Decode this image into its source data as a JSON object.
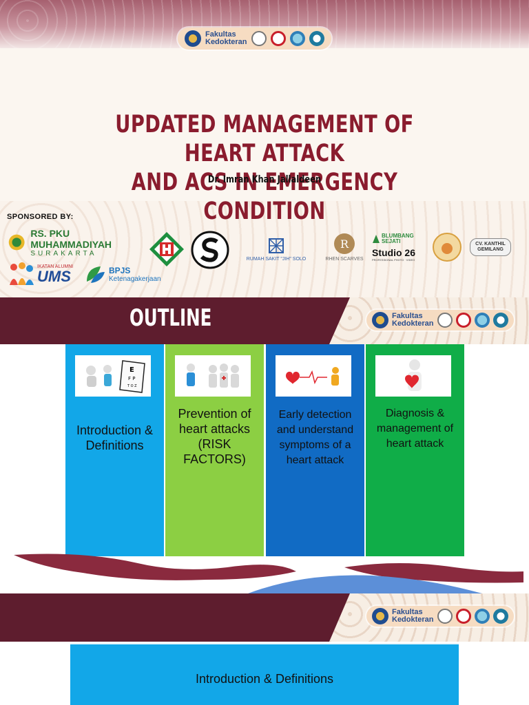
{
  "slide1": {
    "faculty_logo_text": [
      "Fakultas",
      "Kedokteran"
    ],
    "title_line1": "UPDATED MANAGEMENT OF HEART ATTACK",
    "title_line2": "AND ACS IN EMERGENCY CONDITION",
    "author": "Dr. Imran Khan Jallaldeen",
    "sponsored_label": "SPONSORED BY:",
    "sponsors": {
      "pku": {
        "name": "RS. PKU MUHAMMADIYAH",
        "sub": "SURAKARTA"
      },
      "rs_jih": "RUMAH SAKIT \"JIH\" SOLO",
      "rhen": "RHEN SCARVES",
      "blumbang": [
        "BLUMBANG",
        "SEJATI"
      ],
      "studio": {
        "name": "Studio 26",
        "sub": "PROFESSIONAL PHOTO · VIDEO"
      },
      "kanthil": [
        "CV. KANTHIL",
        "GEMILANG"
      ],
      "ums": {
        "top": "IKATAN ALUMNI",
        "name": "UMS"
      },
      "bpjs": {
        "name": "BPJS",
        "sub": "Ketenagakerjaan"
      }
    }
  },
  "slide2": {
    "heading": "OUTLINE",
    "cards": [
      {
        "label": "Introduction & Definitions",
        "icon": "eye-chart-doctor-icon"
      },
      {
        "label": "Prevention of heart attacks (RISK FACTORS)",
        "icon": "medical-team-icon"
      },
      {
        "label": "Early detection and understand symptoms of a heart attack",
        "icon": "heart-ecg-icon"
      },
      {
        "label": "Diagnosis & management of heart attack",
        "icon": "person-holding-heart-icon"
      }
    ]
  },
  "slide3": {
    "box_label": "Introduction & Definitions"
  },
  "colors": {
    "maroon": "#5e1d2e",
    "title_red": "#8a1c2e",
    "card1": "#12a7e8",
    "card2": "#8ccf43",
    "card3": "#116bc4",
    "card4": "#10ad48"
  }
}
